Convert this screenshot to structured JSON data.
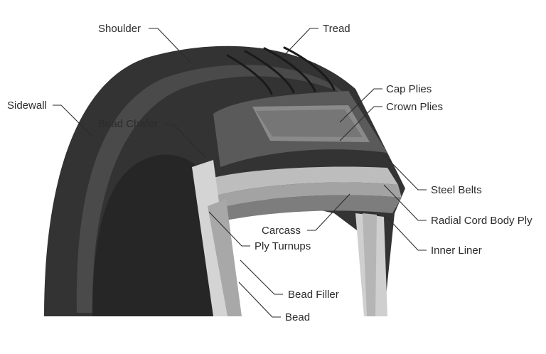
{
  "labels": {
    "shoulder": "Shoulder",
    "tread": "Tread",
    "sidewall": "Sidewall",
    "bead_chafer": "Bead Chafer",
    "cap_plies": "Cap Plies",
    "crown_plies": "Crown Plies",
    "steel_belts": "Steel Belts",
    "radial_cord_body_ply": "Radial Cord Body Ply",
    "carcass": "Carcass",
    "ply_turnups": "Ply Turnups",
    "inner_liner": "Inner Liner",
    "bead_filler": "Bead Filler",
    "bead": "Bead"
  },
  "colors": {
    "rubber_dark": "#333333",
    "rubber_mid": "#555555",
    "ply_light": "#cfcfcf",
    "ply_mid": "#9a9a9a",
    "line": "#2b2b2b"
  }
}
